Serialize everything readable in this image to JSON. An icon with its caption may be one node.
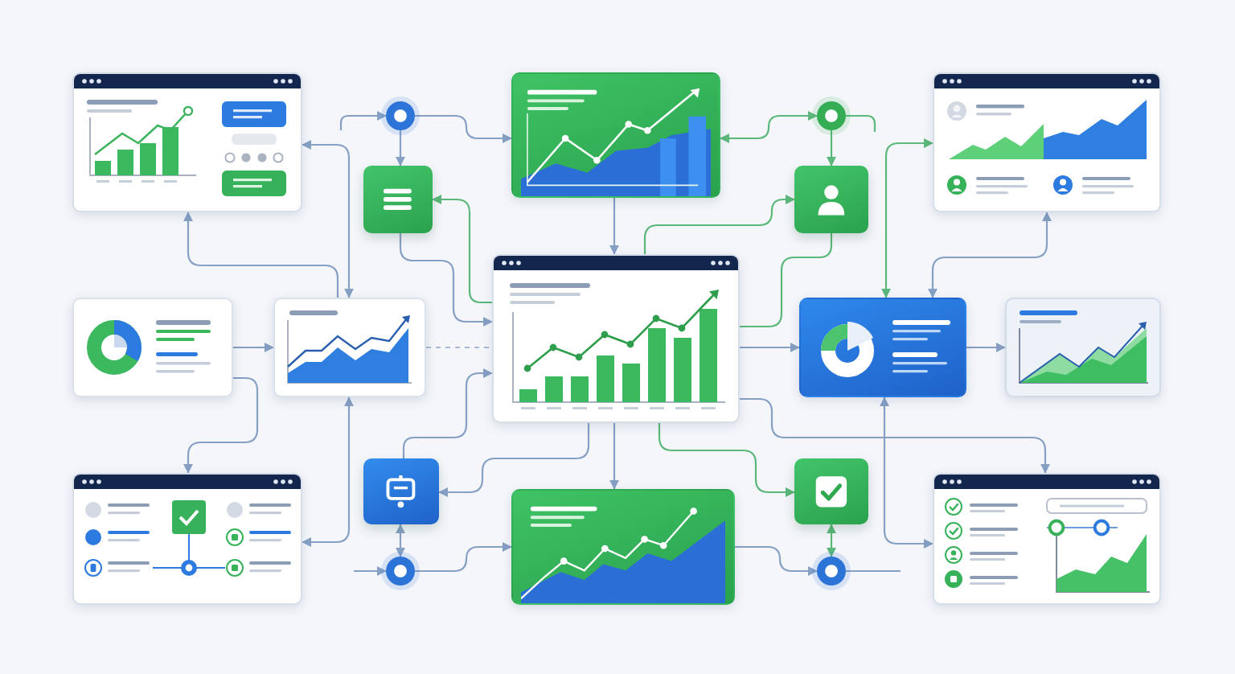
{
  "diagram": {
    "nodes": [
      {
        "text": [],
        "shape": "picture"
      },
      {
        "text": [],
        "shape": "picture"
      },
      {
        "text": [],
        "shape": "picture"
      },
      {
        "text": [],
        "shape": "picture"
      },
      {
        "text": [],
        "shape": "picture"
      },
      {
        "text": [],
        "shape": "picture"
      },
      {
        "text": [],
        "shape": "picture"
      },
      {
        "text": [],
        "shape": "picture"
      },
      {
        "text": [],
        "shape": "picture"
      },
      {
        "text": [],
        "shape": "picture"
      },
      {
        "text": [],
        "shape": "picture"
      },
      {
        "text": [],
        "shape": "picture"
      },
      {
        "text": [],
        "shape": "picture"
      },
      {
        "text": [],
        "shape": "picture"
      },
      {
        "text": [],
        "shape": "picture"
      },
      {
        "text": [],
        "shape": "circle"
      },
      {
        "text": [],
        "shape": "circle"
      },
      {
        "text": [],
        "shape": "circle"
      },
      {
        "text": [],
        "shape": "circle"
      }
    ],
    "edges": [
      {
        "from": null,
        "to": 15,
        "arrow": "to"
      },
      {
        "from": 15,
        "to": 11,
        "arrow": "to"
      },
      {
        "from": 15,
        "to": 1,
        "arrow": "to"
      },
      {
        "from": 1,
        "to": 5,
        "arrow": "to"
      },
      {
        "from": 1,
        "to": 16,
        "arrow": "both",
        "color": "#5cb87a"
      },
      {
        "from": 16,
        "to": null,
        "arrow": "none",
        "color": "#5cb87a"
      },
      {
        "from": 16,
        "to": 12,
        "arrow": "to",
        "color": "#5cb87a"
      },
      {
        "from": 11,
        "to": 5,
        "arrow": "to"
      },
      {
        "from": 5,
        "to": 11,
        "arrow": "to",
        "color": "#5cb87a"
      },
      {
        "from": 0,
        "to": 4,
        "arrow": "both"
      },
      {
        "from": 4,
        "to": 0,
        "arrow": "to"
      },
      {
        "from": 3,
        "to": 4,
        "arrow": "to"
      },
      {
        "from": 3,
        "to": 8,
        "arrow": "to"
      },
      {
        "from": 4,
        "to": 8,
        "arrow": "both"
      },
      {
        "from": 4,
        "to": 5,
        "arrow": "none",
        "style": "dashed"
      },
      {
        "from": 13,
        "to": 5,
        "arrow": "to"
      },
      {
        "from": 5,
        "to": 13,
        "arrow": "to"
      },
      {
        "from": 13,
        "to": 17,
        "arrow": "both"
      },
      {
        "from": null,
        "to": 17,
        "arrow": "to"
      },
      {
        "from": 17,
        "to": 9,
        "arrow": "to"
      },
      {
        "from": 5,
        "to": 9,
        "arrow": "to"
      },
      {
        "from": 9,
        "to": 18,
        "arrow": "to"
      },
      {
        "from": 18,
        "to": null,
        "arrow": "none"
      },
      {
        "from": 14,
        "to": 18,
        "arrow": "both",
        "color": "#5cb87a"
      },
      {
        "from": 5,
        "to": 14,
        "arrow": "to",
        "color": "#5cb87a"
      },
      {
        "from": 5,
        "to": 10,
        "arrow": "to"
      },
      {
        "from": 6,
        "to": 10,
        "arrow": "both"
      },
      {
        "from": 5,
        "to": 6,
        "arrow": "to"
      },
      {
        "from": 6,
        "to": 7,
        "arrow": "to"
      },
      {
        "from": 2,
        "to": 6,
        "arrow": "both",
        "color": "#5cb87a"
      },
      {
        "from": 2,
        "to": 6,
        "arrow": "both"
      },
      {
        "from": 5,
        "to": 12,
        "arrow": "to",
        "color": "#5cb87a"
      },
      {
        "from": 12,
        "to": 5,
        "arrow": "none",
        "color": "#5cb87a"
      }
    ]
  }
}
